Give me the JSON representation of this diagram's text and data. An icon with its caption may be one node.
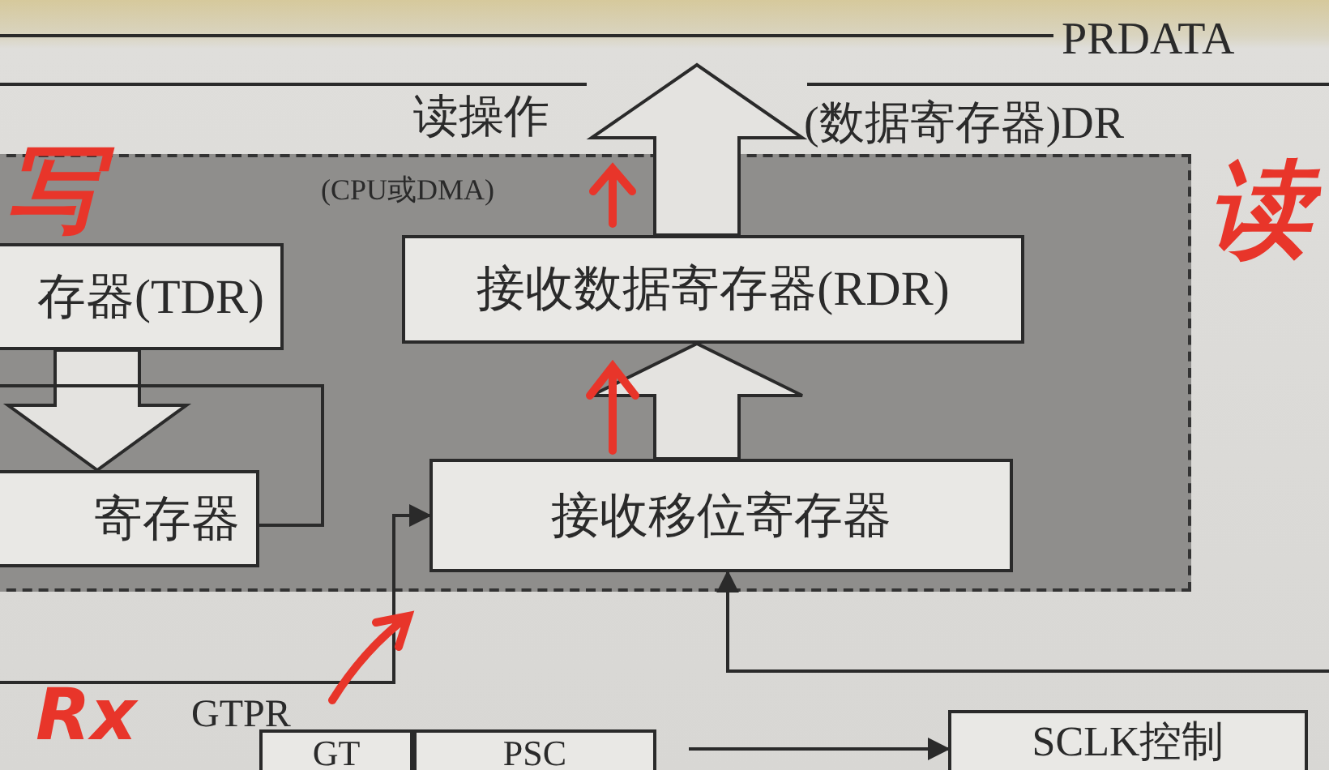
{
  "diagram": {
    "nodes": [
      {
        "text": [
          "(数据寄存器)DR"
        ]
      },
      {
        "text": [
          "存器(TDR)"
        ],
        "in": 0
      },
      {
        "text": [
          "接收数据寄存器(RDR)"
        ],
        "in": 0
      },
      {
        "text": [
          "寄存器"
        ],
        "in": 0
      },
      {
        "text": [
          "接收移位寄存器"
        ],
        "in": 0
      },
      {
        "text": [
          "GT"
        ]
      },
      {
        "text": [
          "PSC"
        ]
      },
      {
        "text": [
          "SCLK控制"
        ]
      }
    ],
    "edges": [
      {
        "from": 2,
        "to": null,
        "arrow": "to",
        "style": "thick"
      },
      {
        "from": 1,
        "to": 3,
        "arrow": "to",
        "style": "thick"
      },
      {
        "from": 4,
        "to": 2,
        "arrow": "to",
        "style": "thick"
      },
      {
        "from": 3,
        "to": null,
        "arrow": "none"
      },
      {
        "from": null,
        "to": 4,
        "arrow": "to"
      },
      {
        "from": null,
        "to": 4,
        "arrow": "to"
      },
      {
        "from": null,
        "to": 7,
        "arrow": "to"
      }
    ],
    "labels": [
      "PRDATA",
      "读操作",
      "(CPU或DMA)",
      "写",
      "读",
      "Rx",
      "GTPR"
    ]
  }
}
